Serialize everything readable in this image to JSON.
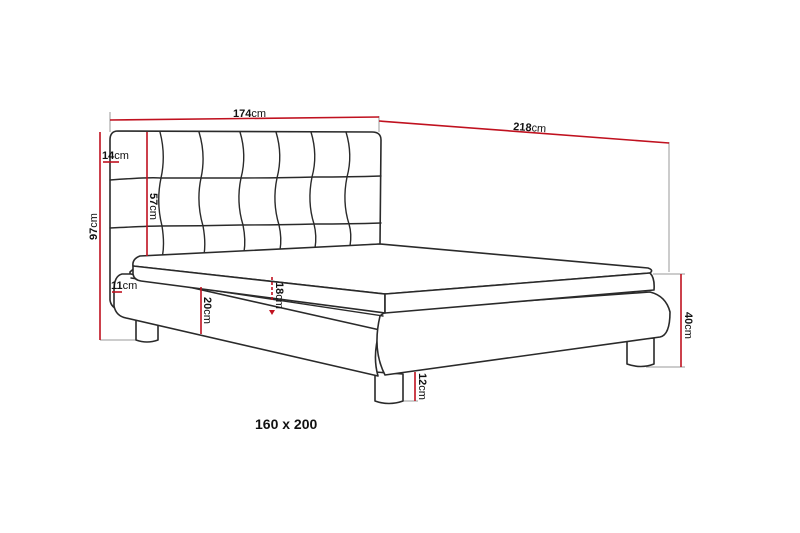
{
  "diagram": {
    "subject": "Upholstered bed with tufted headboard",
    "size_caption": "160 x 200",
    "unit": "cm",
    "colors": {
      "dimension_line": "#c0111f",
      "outline": "#2a2a2a",
      "extension_line": "#9a9a9a"
    },
    "dimensions": {
      "headboard_width": {
        "value": "174",
        "unit": "cm"
      },
      "total_length": {
        "value": "218",
        "unit": "cm"
      },
      "total_height": {
        "value": "97",
        "unit": "cm"
      },
      "headboard_depth": {
        "value": "14",
        "unit": "cm"
      },
      "headboard_visible": {
        "value": "57",
        "unit": "cm"
      },
      "side_rail_inset": {
        "value": "11",
        "unit": "cm"
      },
      "frame_height": {
        "value": "20",
        "unit": "cm"
      },
      "mattress_height": {
        "value": "18",
        "unit": "cm"
      },
      "bed_height": {
        "value": "40",
        "unit": "cm"
      },
      "leg_height": {
        "value": "12",
        "unit": "cm"
      }
    }
  }
}
